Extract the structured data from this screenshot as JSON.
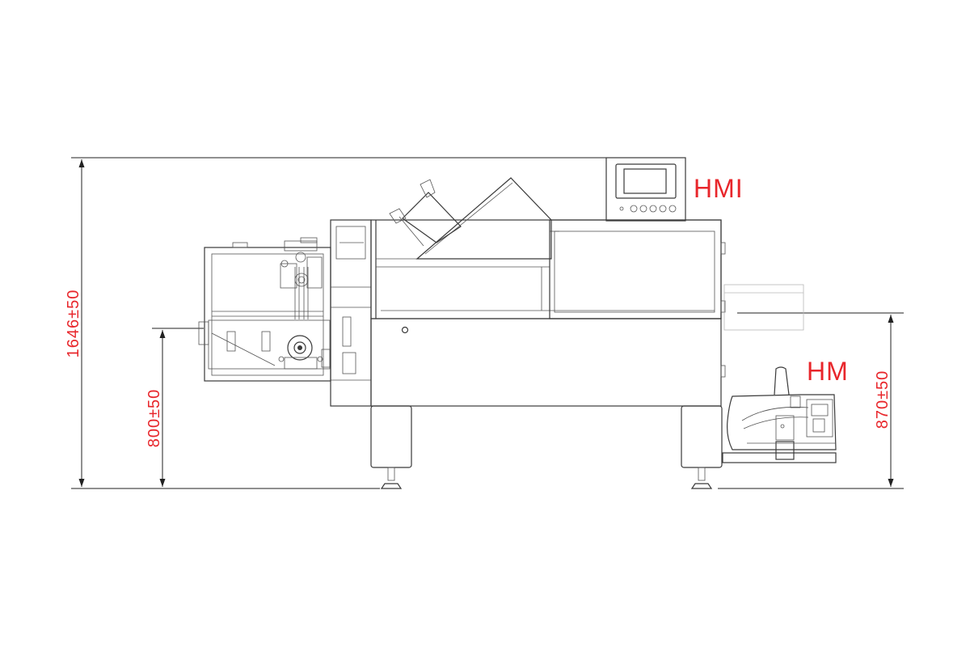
{
  "labels": {
    "hmi": "HMI",
    "hm": "HM"
  },
  "dimensions": {
    "total_height": "1646±50",
    "infeed_height": "800±50",
    "outfeed_height": "870±50"
  },
  "colors": {
    "annotation": "#e8262b",
    "line": "#3a3a3a"
  }
}
